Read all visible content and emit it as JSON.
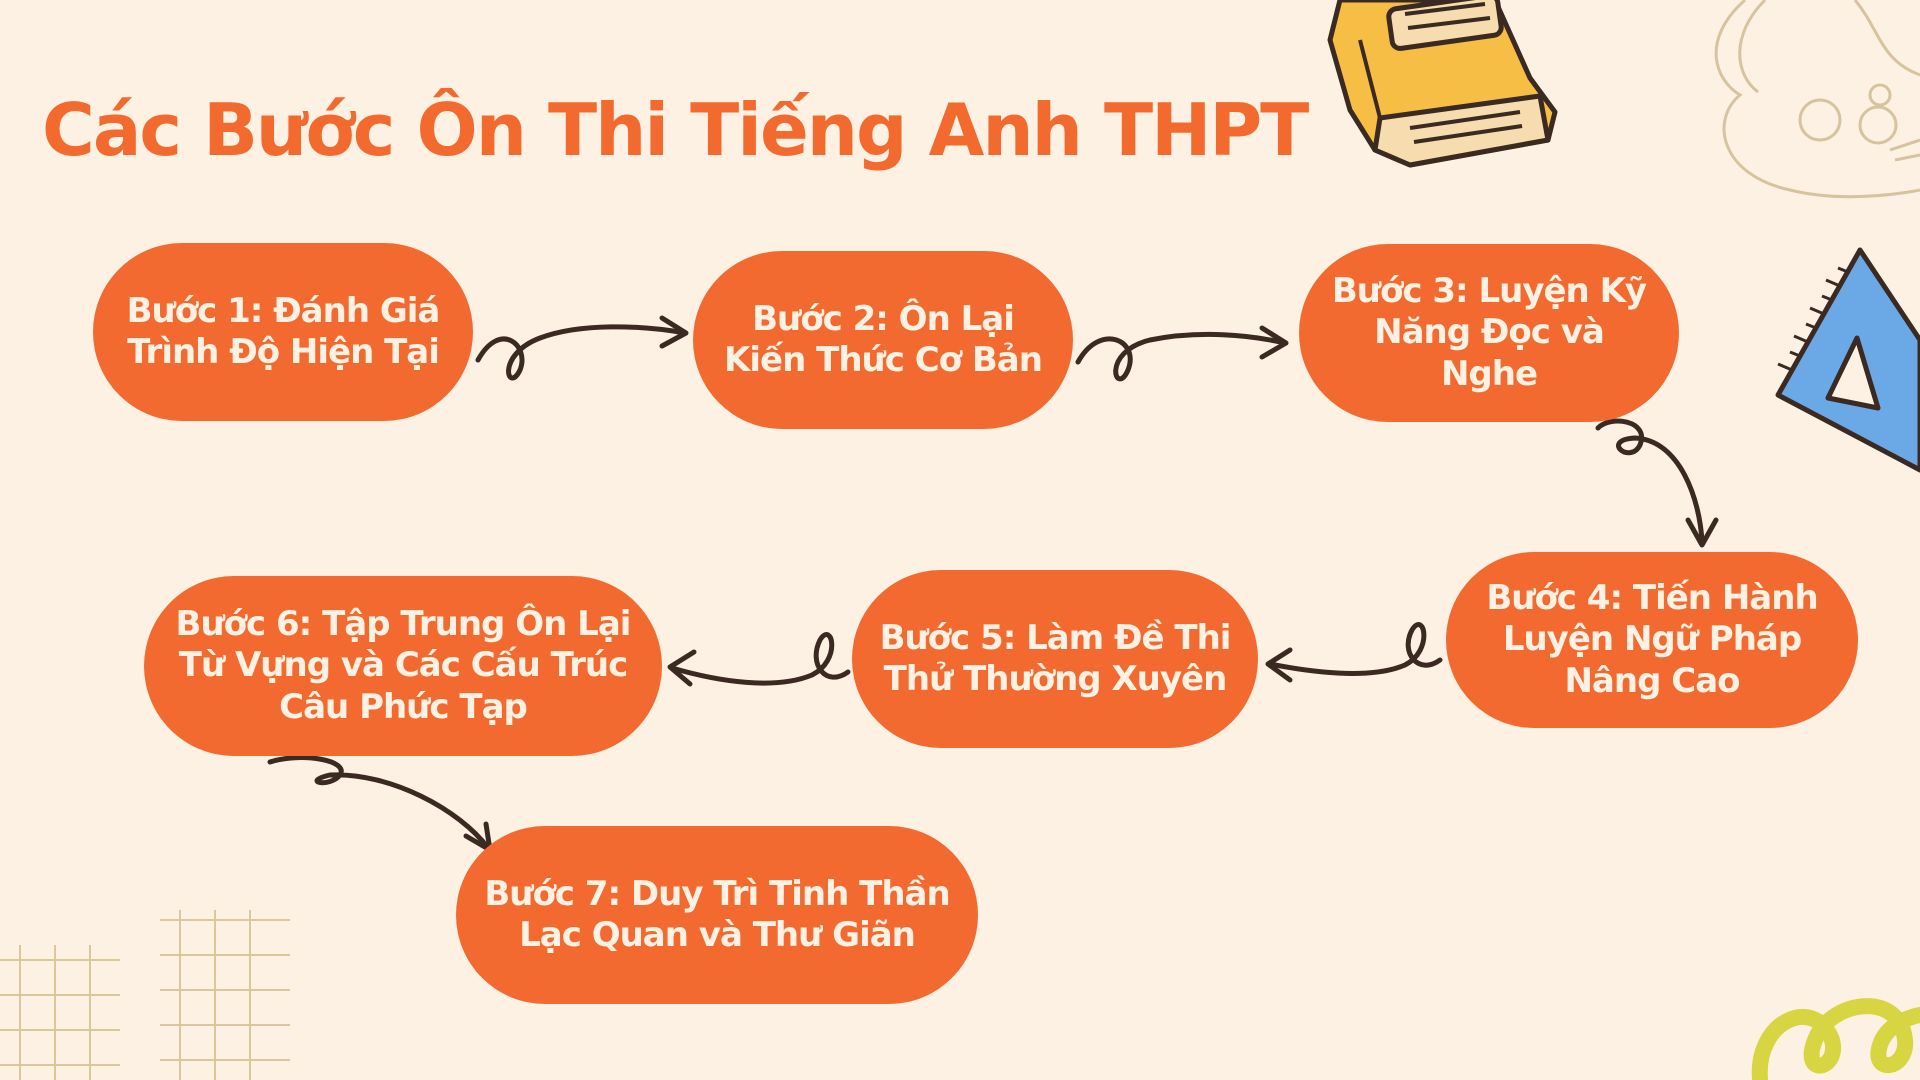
{
  "title": "Các Bước Ôn Thi Tiếng Anh THPT",
  "steps": [
    {
      "label": "Bước 1: Đánh Giá Trình Độ Hiện Tại"
    },
    {
      "label": "Bước 2: Ôn Lại Kiến Thức Cơ Bản"
    },
    {
      "label": "Bước 3: Luyện Kỹ Năng Đọc và Nghe"
    },
    {
      "label": "Bước 4: Tiến Hành Luyện Ngữ Pháp Nâng Cao"
    },
    {
      "label": "Bước 5: Làm Đề Thi Thử Thường Xuyên"
    },
    {
      "label": "Bước 6: Tập Trung Ôn Lại Từ Vựng và Các Cấu Trúc Câu Phức Tạp"
    },
    {
      "label": "Bước 7: Duy Trì Tinh Thần Lạc Quan và Thư Giãn"
    }
  ],
  "colors": {
    "background": "#fdf1e3",
    "accent": "#f26a2f",
    "arrow": "#3b2a22"
  },
  "decorations": [
    "book-illustration",
    "guitar-illustration",
    "triangle-ruler-illustration",
    "grid-illustration",
    "squiggle-illustration"
  ]
}
